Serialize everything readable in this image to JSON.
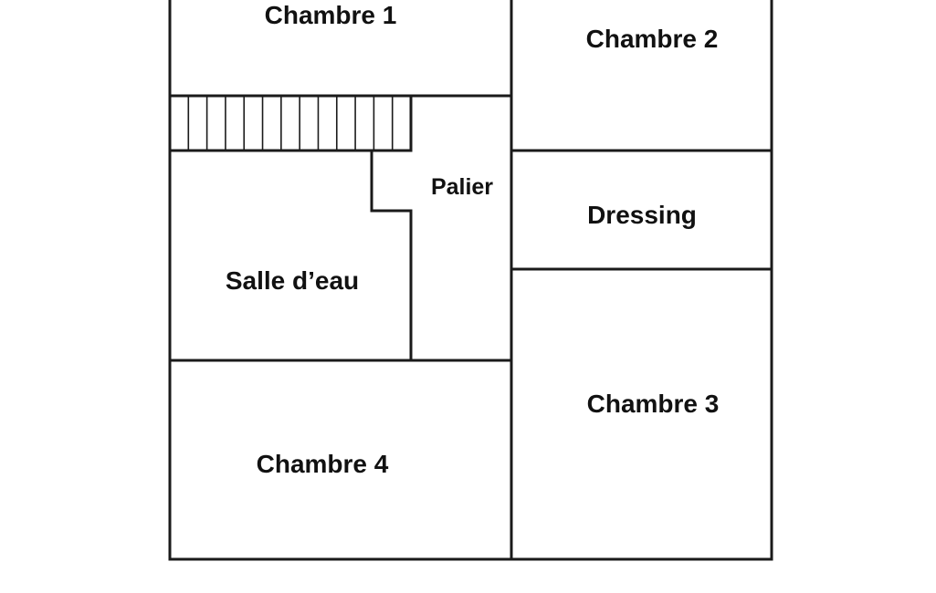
{
  "rooms": {
    "chambre1": "Chambre 1",
    "chambre2": "Chambre 2",
    "palier": "Palier",
    "dressing": "Dressing",
    "salle_deau": "Salle d’eau",
    "chambre3": "Chambre 3",
    "chambre4": "Chambre 4"
  },
  "stairs": {
    "steps": 13
  },
  "colors": {
    "walls": "#1a1a1a",
    "background": "#ffffff"
  }
}
